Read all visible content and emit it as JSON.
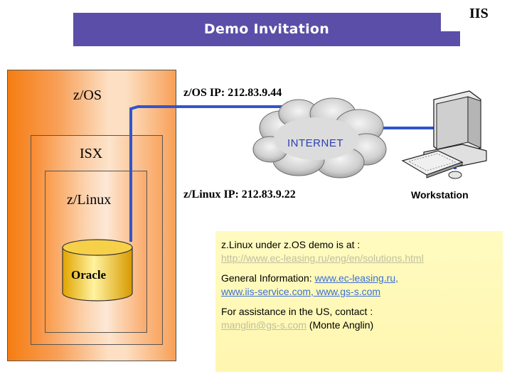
{
  "header": {
    "title": "Demo Invitation",
    "corner_brand": "IIS"
  },
  "left_stack": {
    "outer_label": "z/OS",
    "middle_label": "ISX",
    "inner_label": "z/Linux",
    "database_label": "Oracle"
  },
  "network": {
    "zos_ip": "z/OS  IP: 212.83.9.44",
    "zlinux_ip": "z/Linux  IP: 212.83.9.22",
    "cloud_label": "INTERNET",
    "workstation_label": "Workstation"
  },
  "info": {
    "line1": "z.Linux under z.OS demo is at :",
    "demo_url": "http://www.ec-leasing.ru/eng/en/solutions.html",
    "general_label": "General Information:",
    "general_link1": "www.ec-leasing.ru,",
    "general_link2": "www.iis-service.com,  www.gs-s.com",
    "assist_line": "For assistance in the US, contact :",
    "contact_email": "manglin@gs-s.com",
    "contact_name": "(Monte Anglin)"
  },
  "colors": {
    "banner": "#5b4ea8",
    "box_orange": "#f57d12",
    "info_bg": "#fff6b0",
    "connector": "#3355cc",
    "link": "#3a6fd8"
  }
}
